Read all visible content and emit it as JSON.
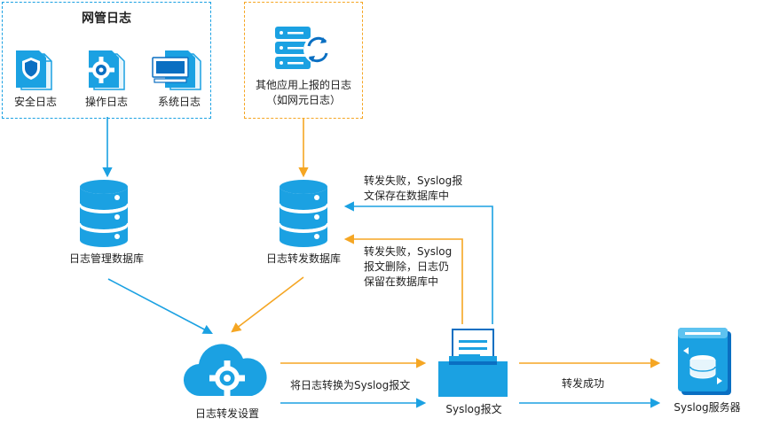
{
  "colors": {
    "blue": "#1ba1e2",
    "dark_blue": "#0a6fc2",
    "orange": "#f5a623",
    "text": "#1f1f1f"
  },
  "nms_group": {
    "title": "网管日志",
    "items": [
      {
        "label": "安全日志",
        "icon": "shield-doc-icon"
      },
      {
        "label": "操作日志",
        "icon": "gear-doc-icon"
      },
      {
        "label": "系统日志",
        "icon": "monitor-doc-icon"
      }
    ]
  },
  "other_apps": {
    "line1": "其他应用上报的日志",
    "line2": "（如网元日志）",
    "icon": "server-sync-icon"
  },
  "nodes": {
    "log_db": "日志管理数据库",
    "forward_db": "日志转发数据库",
    "forward_settings": "日志转发设置",
    "syslog_msg": "Syslog报文",
    "syslog_server": "Syslog服务器"
  },
  "edges": {
    "fail_keep": [
      "转发失败，Syslog报",
      "文保存在数据库中"
    ],
    "fail_delete": [
      "转发失败，Syslog",
      "报文删除，日志仍",
      "保留在数据库中"
    ],
    "convert": "将日志转换为Syslog报文",
    "success": "转发成功"
  }
}
